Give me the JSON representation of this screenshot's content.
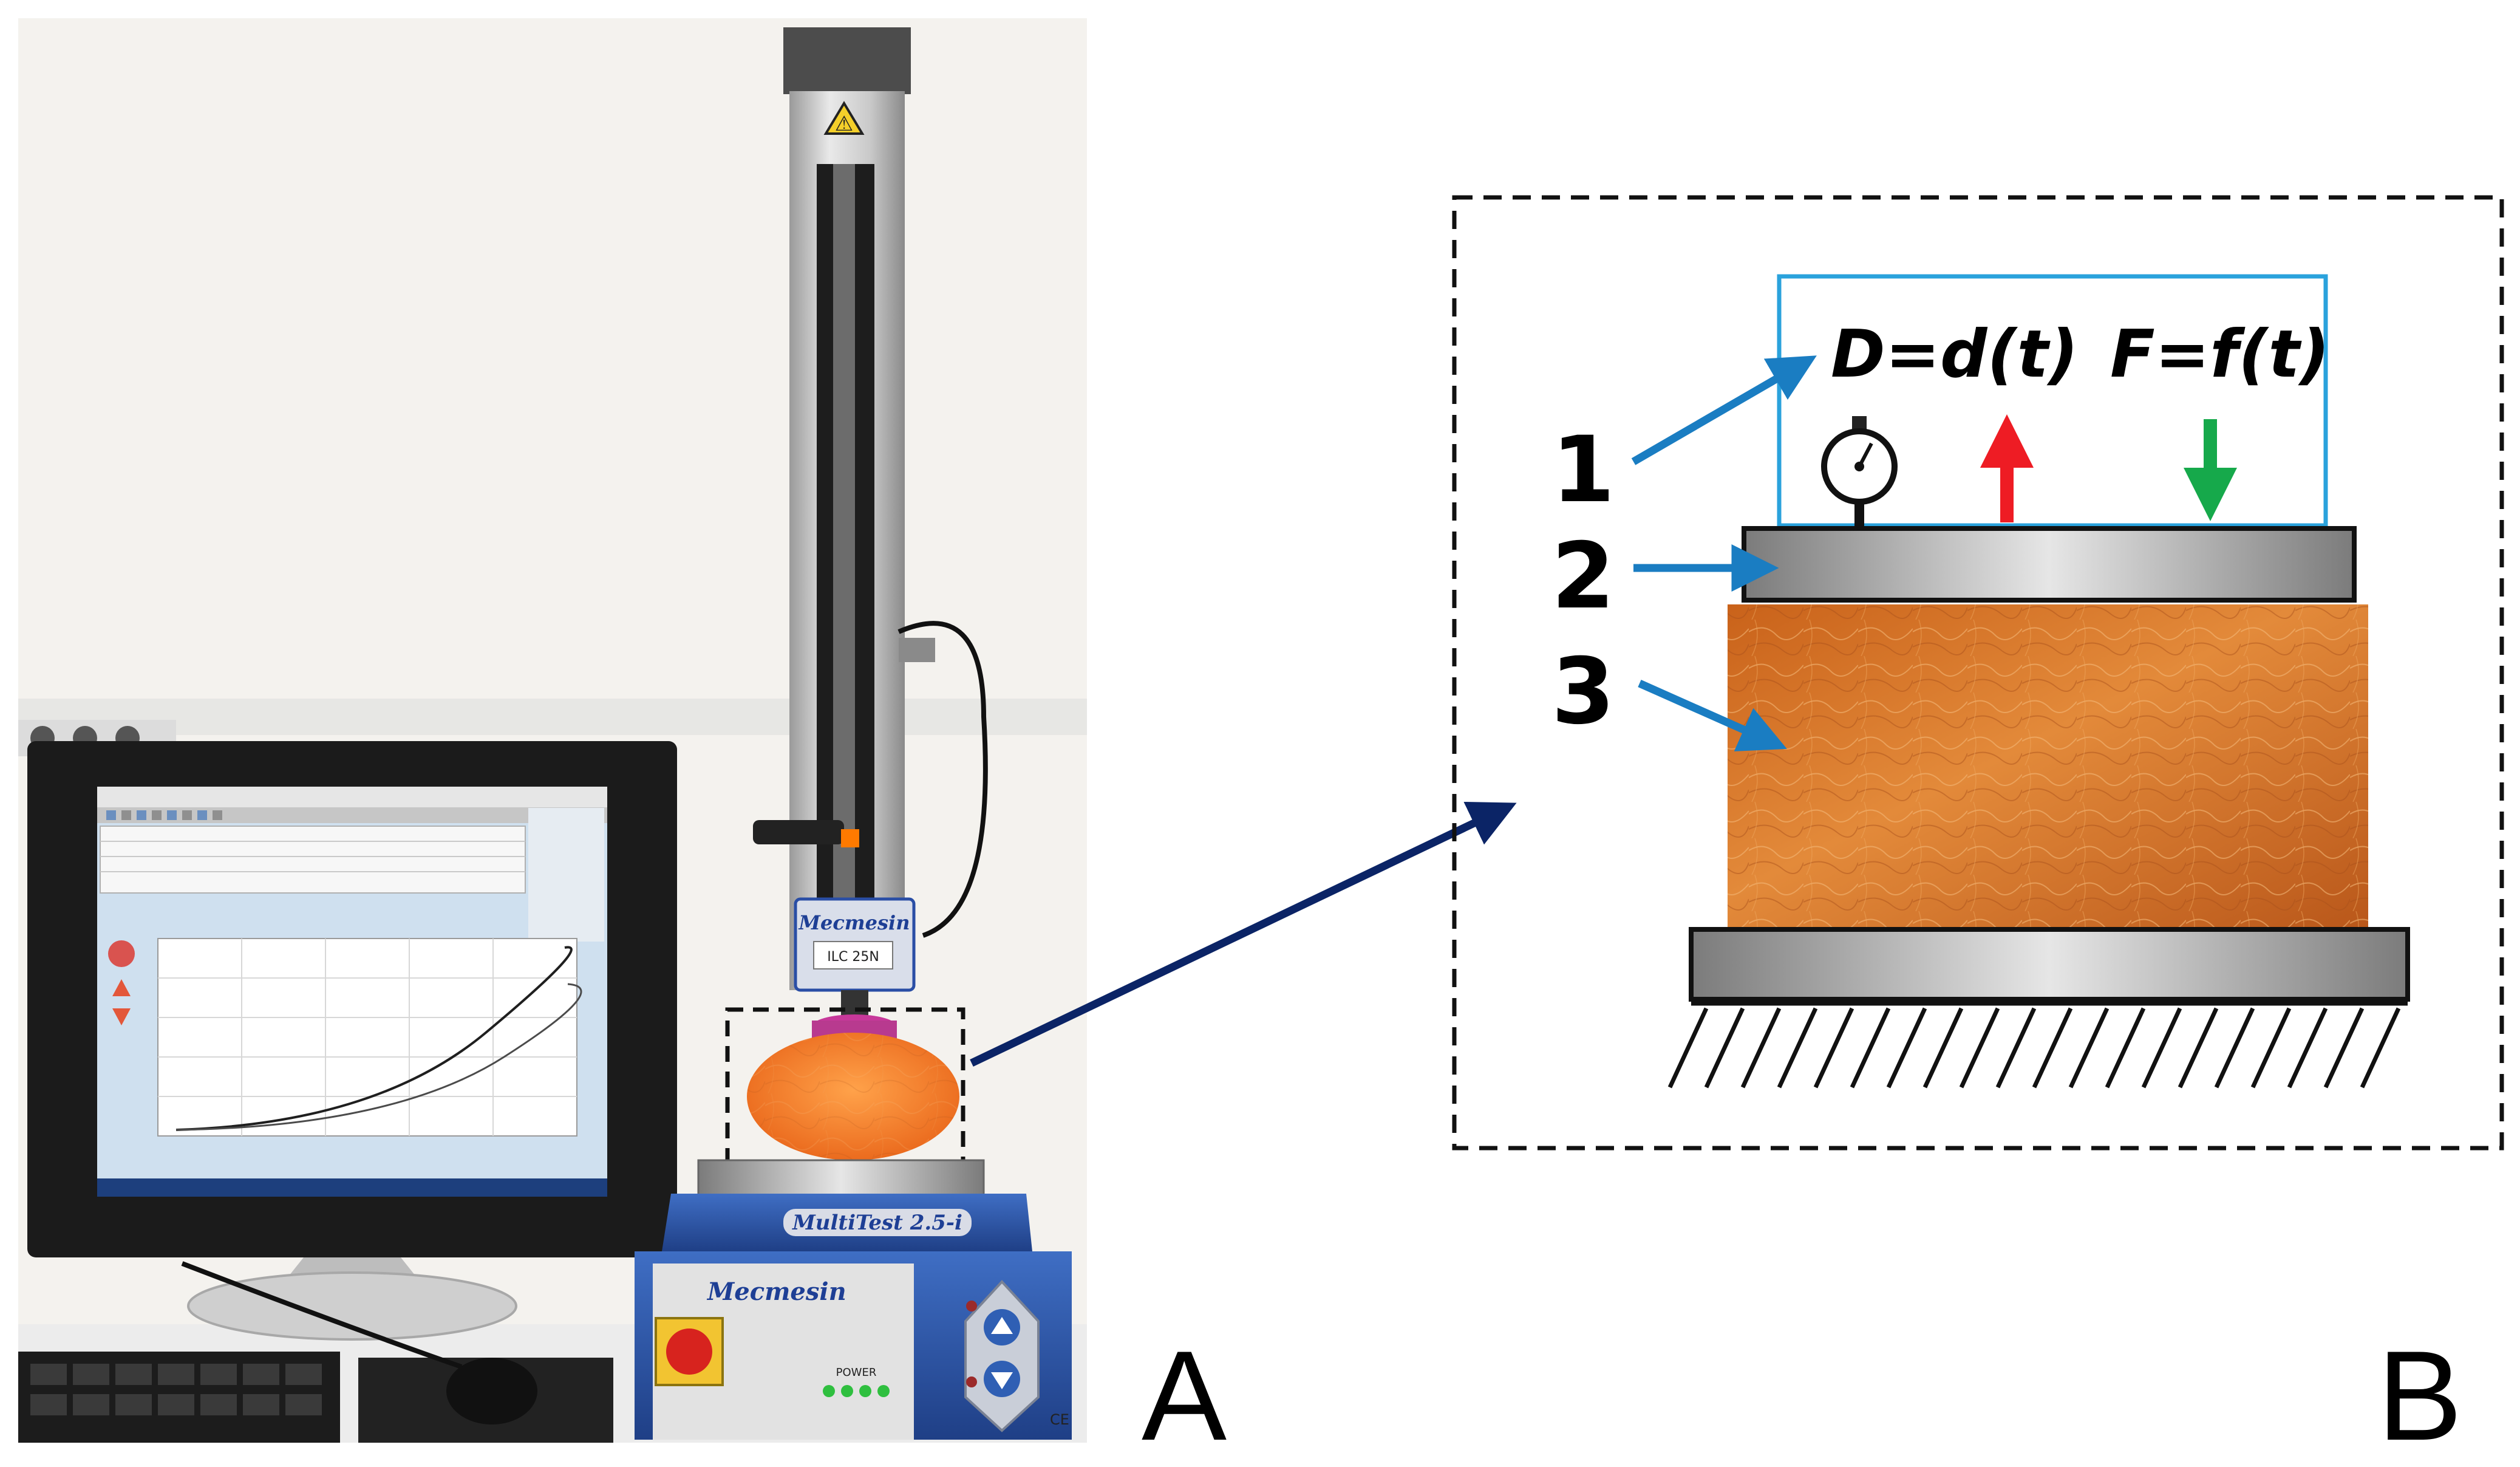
{
  "panels": {
    "a_letter": "A",
    "b_letter": "B"
  },
  "photo": {
    "machine_brand": "Mecmesin",
    "load_cell_brand": "Mecmesin",
    "load_cell_label": "ILC 25N",
    "model_plate": "MultiTest 2.5-i",
    "power_label": "POWER",
    "ce_mark": "CE",
    "warning_symbol": "⚠"
  },
  "diagram": {
    "labels": {
      "one": "1",
      "two": "2",
      "three": "3"
    },
    "displacement_eq": "D=d(t)",
    "force_eq": "F=f(t)"
  },
  "colors": {
    "leader_arrow": "#1a7dc2",
    "zoom_arrow": "#0b2466",
    "up_arrow": "#ee1c24",
    "down_arrow": "#16a94b",
    "sensor_box": "#2aa2dc",
    "foam": "#d3731e",
    "plate": "#9c9c9c",
    "machine_blue": "#2f5fb4"
  }
}
